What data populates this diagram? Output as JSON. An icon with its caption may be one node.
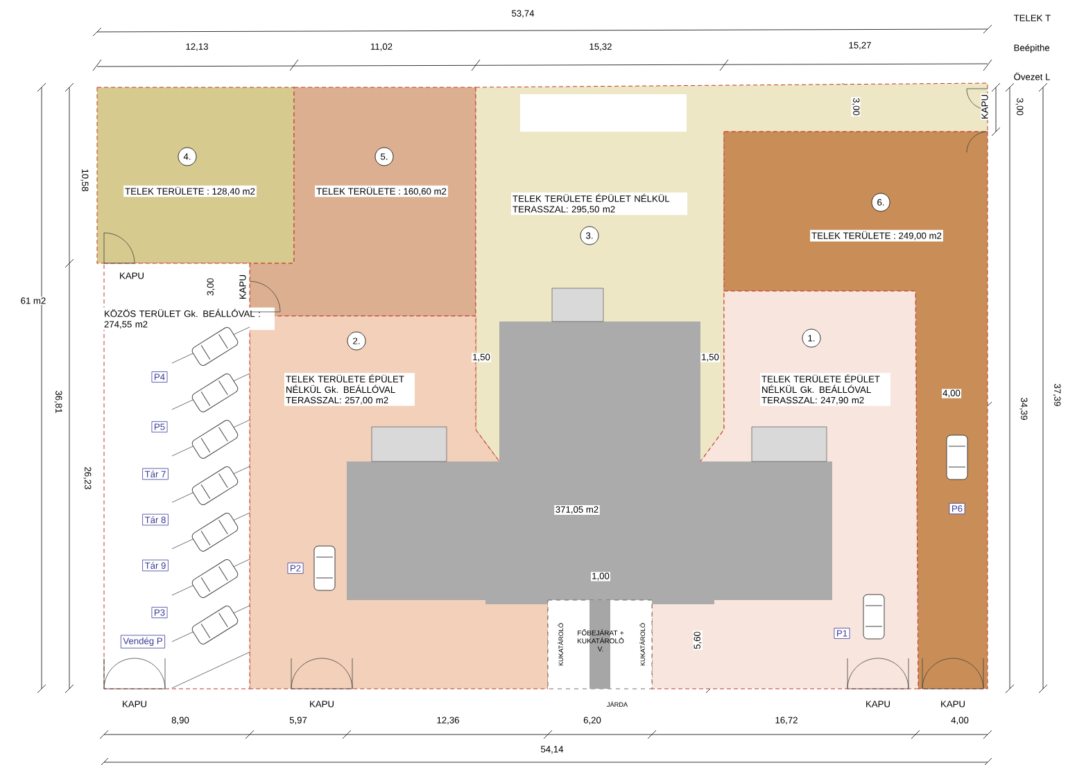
{
  "diagram": {
    "nodes": [
      {
        "text": [
          "TELEK TERÜLETE : 128,40 m2"
        ]
      },
      {
        "text": [
          "4."
        ],
        "in": 0
      },
      {
        "text": [
          "TELEK TERÜLETE : 160,60 m2"
        ]
      },
      {
        "text": [
          "5."
        ],
        "in": 2
      },
      {
        "text": [
          "TELEK TERÜLETE ÉPÜLET NÉLKÜL TERASSZAL: 295,50 m2"
        ]
      },
      {
        "text": [
          "3."
        ],
        "in": 4
      },
      {
        "text": [
          "TELEK TERÜLETE : 249,00 m2"
        ]
      },
      {
        "text": [
          "6."
        ],
        "in": 6
      },
      {
        "text": [
          "KÖZÖS TERÜLET Gk. BEÁLLÓVAL : 274,55 m2"
        ]
      },
      {
        "text": [
          "2."
        ],
        "in": 10
      },
      {
        "text": [
          "TELEK TERÜLETE ÉPÜLET NÉLKÜL Gk. BEÁLLÓVAL TERASSZAL: 257,00 m2"
        ]
      },
      {
        "text": [
          "1."
        ],
        "in": 12
      },
      {
        "text": [
          "TELEK TERÜLETE ÉPÜLET NÉLKÜL Gk. BEÁLLÓVAL TERASSZAL: 247,90 m2"
        ]
      },
      {
        "text": [
          "371,05 m2"
        ]
      },
      {
        "text": [
          "FŐBEJÁRAT + KUKATÁROLÓ V."
        ]
      },
      {
        "text": [
          "P4"
        ],
        "in": 8
      },
      {
        "text": [
          "P5"
        ],
        "in": 8
      },
      {
        "text": [
          "Tár 7"
        ],
        "in": 8
      },
      {
        "text": [
          "Tár 8"
        ],
        "in": 8
      },
      {
        "text": [
          "Tár 9"
        ],
        "in": 8
      },
      {
        "text": [
          "P3"
        ],
        "in": 8
      },
      {
        "text": [
          "Vendég P"
        ],
        "in": 8
      },
      {
        "text": [
          "P2"
        ],
        "in": 10
      },
      {
        "text": [
          "P1"
        ],
        "in": 12
      },
      {
        "text": [
          "P6"
        ],
        "in": 6
      }
    ],
    "labels": [
      "53,74",
      "TELEK T",
      "12,13",
      "11,02",
      "15,32",
      "15,27",
      "Beépithe",
      "Övezet L",
      "3,00",
      "KAPU",
      "3,00",
      "10,58",
      "KAPU",
      "3,00",
      "KAPU",
      "61 m2",
      "1,50",
      "1,50",
      "36,81",
      "4,00",
      "34,39",
      "37,39",
      "26,23",
      "1,00",
      "KUKATÁROLÓ",
      "KUKATÁROLÓ",
      "5,60",
      "KAPU",
      "KAPU",
      "JÁRDA",
      "KAPU",
      "KAPU",
      "8,90",
      "5,97",
      "12,36",
      "6,20",
      "16,72",
      "4,00",
      "54,14"
    ]
  }
}
